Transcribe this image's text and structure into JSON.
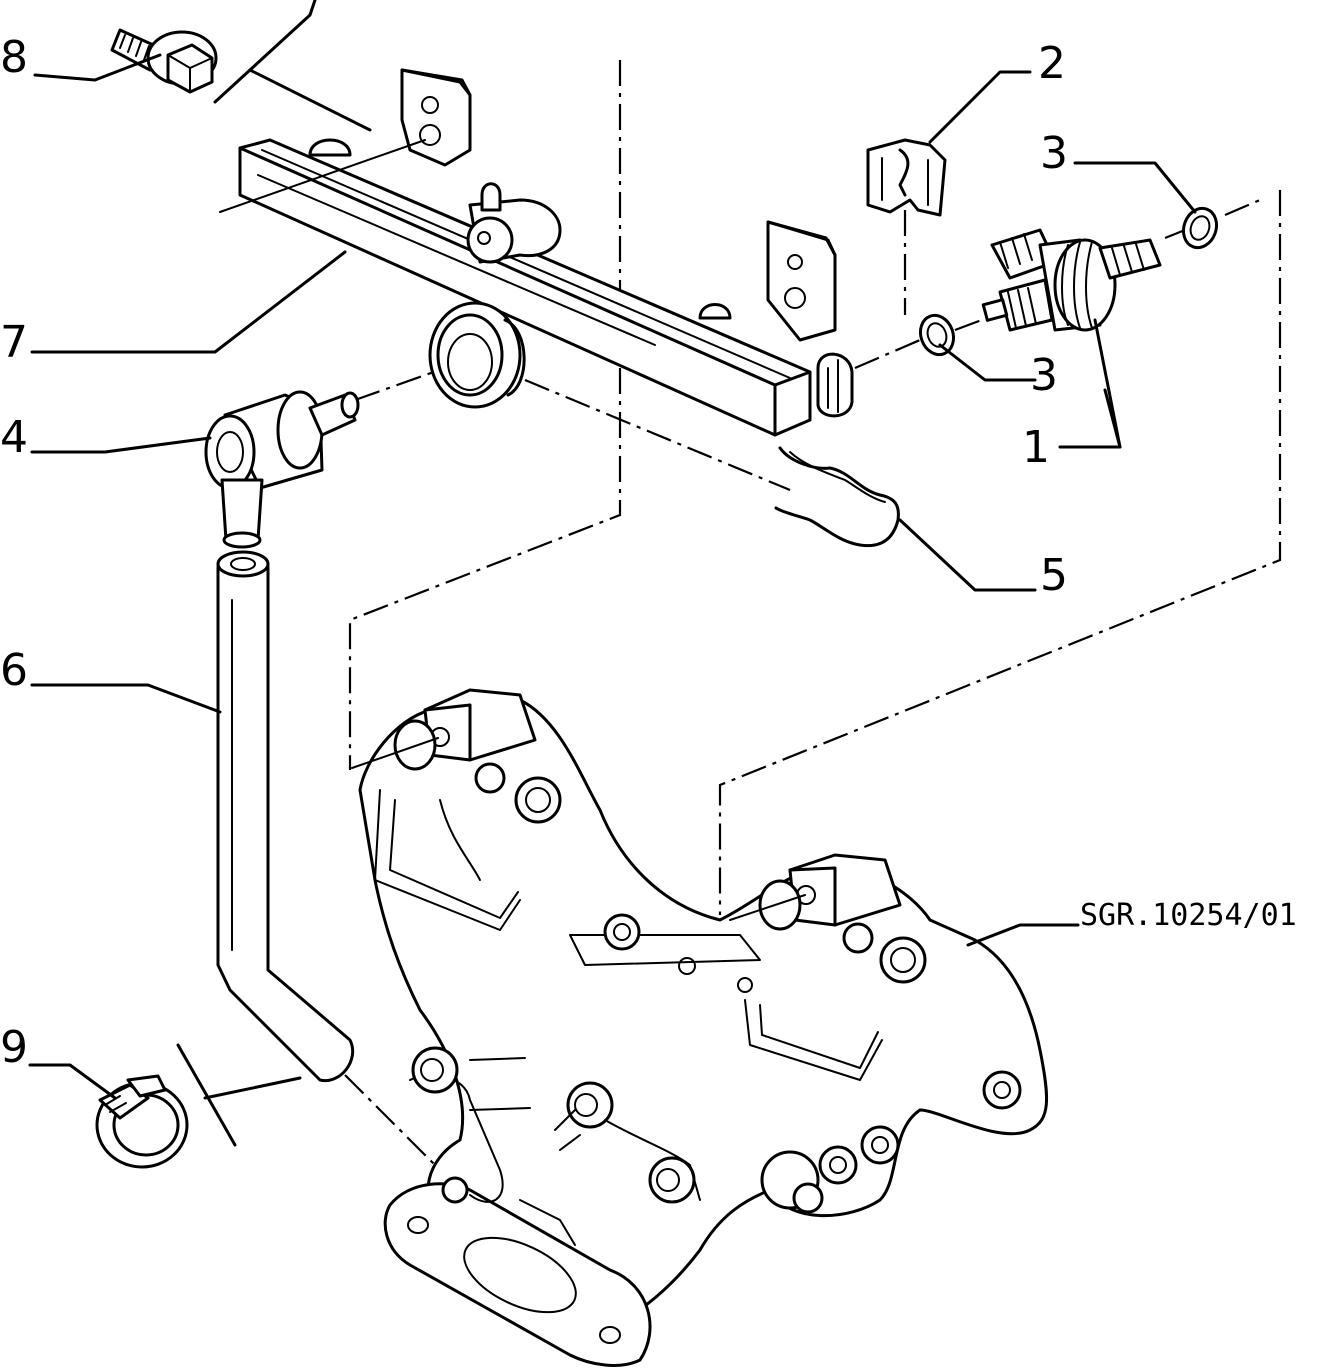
{
  "diagram": {
    "reference_code": "SGR.10254/01",
    "callouts": [
      {
        "id": "1",
        "text": "1"
      },
      {
        "id": "2",
        "text": "2"
      },
      {
        "id": "3a",
        "text": "3"
      },
      {
        "id": "3b",
        "text": "3"
      },
      {
        "id": "4",
        "text": "4"
      },
      {
        "id": "5",
        "text": "5"
      },
      {
        "id": "6",
        "text": "6"
      },
      {
        "id": "7",
        "text": "7"
      },
      {
        "id": "8",
        "text": "8"
      },
      {
        "id": "9",
        "text": "9"
      }
    ]
  }
}
